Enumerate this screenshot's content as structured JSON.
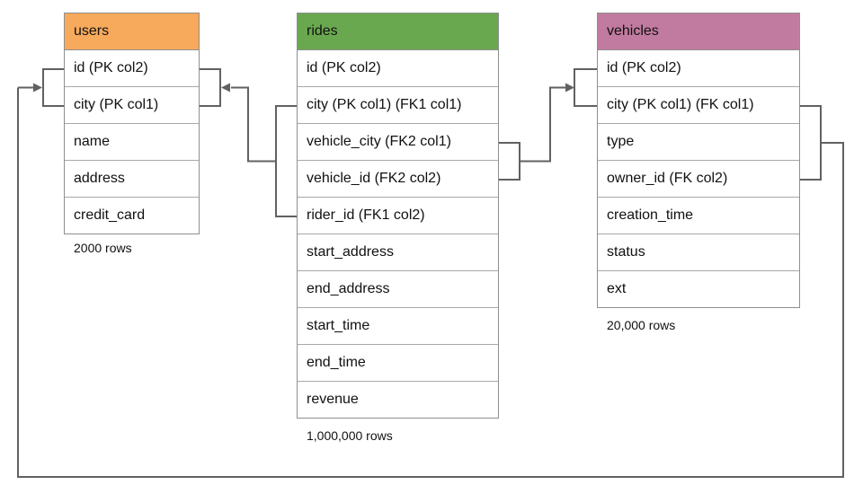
{
  "diagram": {
    "title": "database schema diagram",
    "tables": [
      {
        "id": "users",
        "title": "users",
        "header_color": "#F7A95C",
        "columns": [
          "id (PK col2)",
          "city (PK col1)",
          "name",
          "address",
          "credit_card"
        ],
        "row_count": "2000 rows"
      },
      {
        "id": "rides",
        "title": "rides",
        "header_color": "#6AA84F",
        "columns": [
          "id (PK col2)",
          "city (PK col1) (FK1 col1)",
          "vehicle_city (FK2 col1)",
          "vehicle_id (FK2 col2)",
          "rider_id (FK1 col2)",
          "start_address",
          "end_address",
          "start_time",
          "end_time",
          "revenue"
        ],
        "row_count": "1,000,000 rows"
      },
      {
        "id": "vehicles",
        "title": "vehicles",
        "header_color": "#C27BA0",
        "columns": [
          "id (PK col2)",
          "city (PK col1) (FK col1)",
          "type",
          "owner_id (FK col2)",
          "creation_time",
          "status",
          "ext"
        ],
        "row_count": "20,000 rows"
      }
    ],
    "relationships": [
      {
        "from": "rides.city + rides.rider_id (FK1)",
        "to": "users.city + users.id (PK)"
      },
      {
        "from": "rides.vehicle_city + rides.vehicle_id (FK2)",
        "to": "vehicles.city + vehicles.id (PK)"
      },
      {
        "from": "vehicles.city + vehicles.owner_id (FK)",
        "to": "users.city + users.id (PK)"
      }
    ],
    "colors": {
      "background": "#FFFFFF",
      "connector": "#616161",
      "table_border": "#8F8F8F",
      "text": "#111111",
      "users_header": "#F7A95C",
      "rides_header": "#6AA84F",
      "vehicles_header": "#C27BA0"
    }
  }
}
